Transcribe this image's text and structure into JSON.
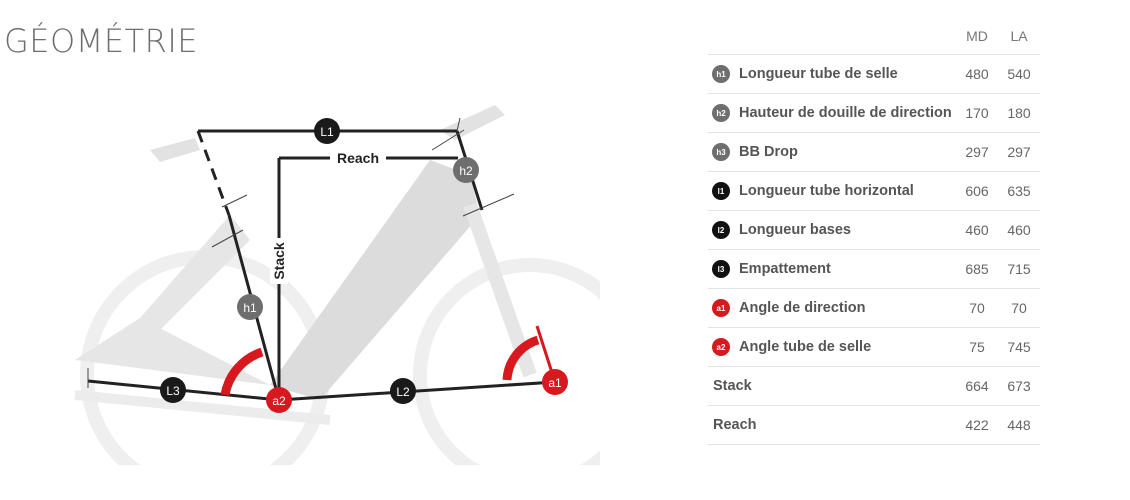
{
  "title": "GÉOMÉTRIE",
  "columns": [
    "MD",
    "LA"
  ],
  "rows": [
    {
      "badge": "h1",
      "badge_color": "#6e6e6e",
      "label": "Longueur tube de selle",
      "md": "480",
      "la": "540"
    },
    {
      "badge": "h2",
      "badge_color": "#6e6e6e",
      "label": "Hauteur de douille de direction",
      "md": "170",
      "la": "180"
    },
    {
      "badge": "h3",
      "badge_color": "#6e6e6e",
      "label": "BB Drop",
      "md": "297",
      "la": "297"
    },
    {
      "badge": "l1",
      "badge_color": "#111111",
      "label": "Longueur tube horizontal",
      "md": "606",
      "la": "635"
    },
    {
      "badge": "l2",
      "badge_color": "#111111",
      "label": "Longueur bases",
      "md": "460",
      "la": "460"
    },
    {
      "badge": "l3",
      "badge_color": "#111111",
      "label": "Empattement",
      "md": "685",
      "la": "715"
    },
    {
      "badge": "a1",
      "badge_color": "#d7191f",
      "label": "Angle de direction",
      "md": "70",
      "la": "70"
    },
    {
      "badge": "a2",
      "badge_color": "#d7191f",
      "label": "Angle tube de selle",
      "md": "75",
      "la": "745"
    },
    {
      "badge": "",
      "badge_color": "",
      "label": "Stack",
      "md": "664",
      "la": "673"
    },
    {
      "badge": "",
      "badge_color": "",
      "label": "Reach",
      "md": "422",
      "la": "448"
    }
  ],
  "diagram": {
    "labels": {
      "l1": "L1",
      "l2": "L2",
      "l3": "L3",
      "h1": "h1",
      "h2": "h2",
      "a1": "a1",
      "a2": "a2",
      "reach": "Reach",
      "stack": "Stack"
    }
  }
}
